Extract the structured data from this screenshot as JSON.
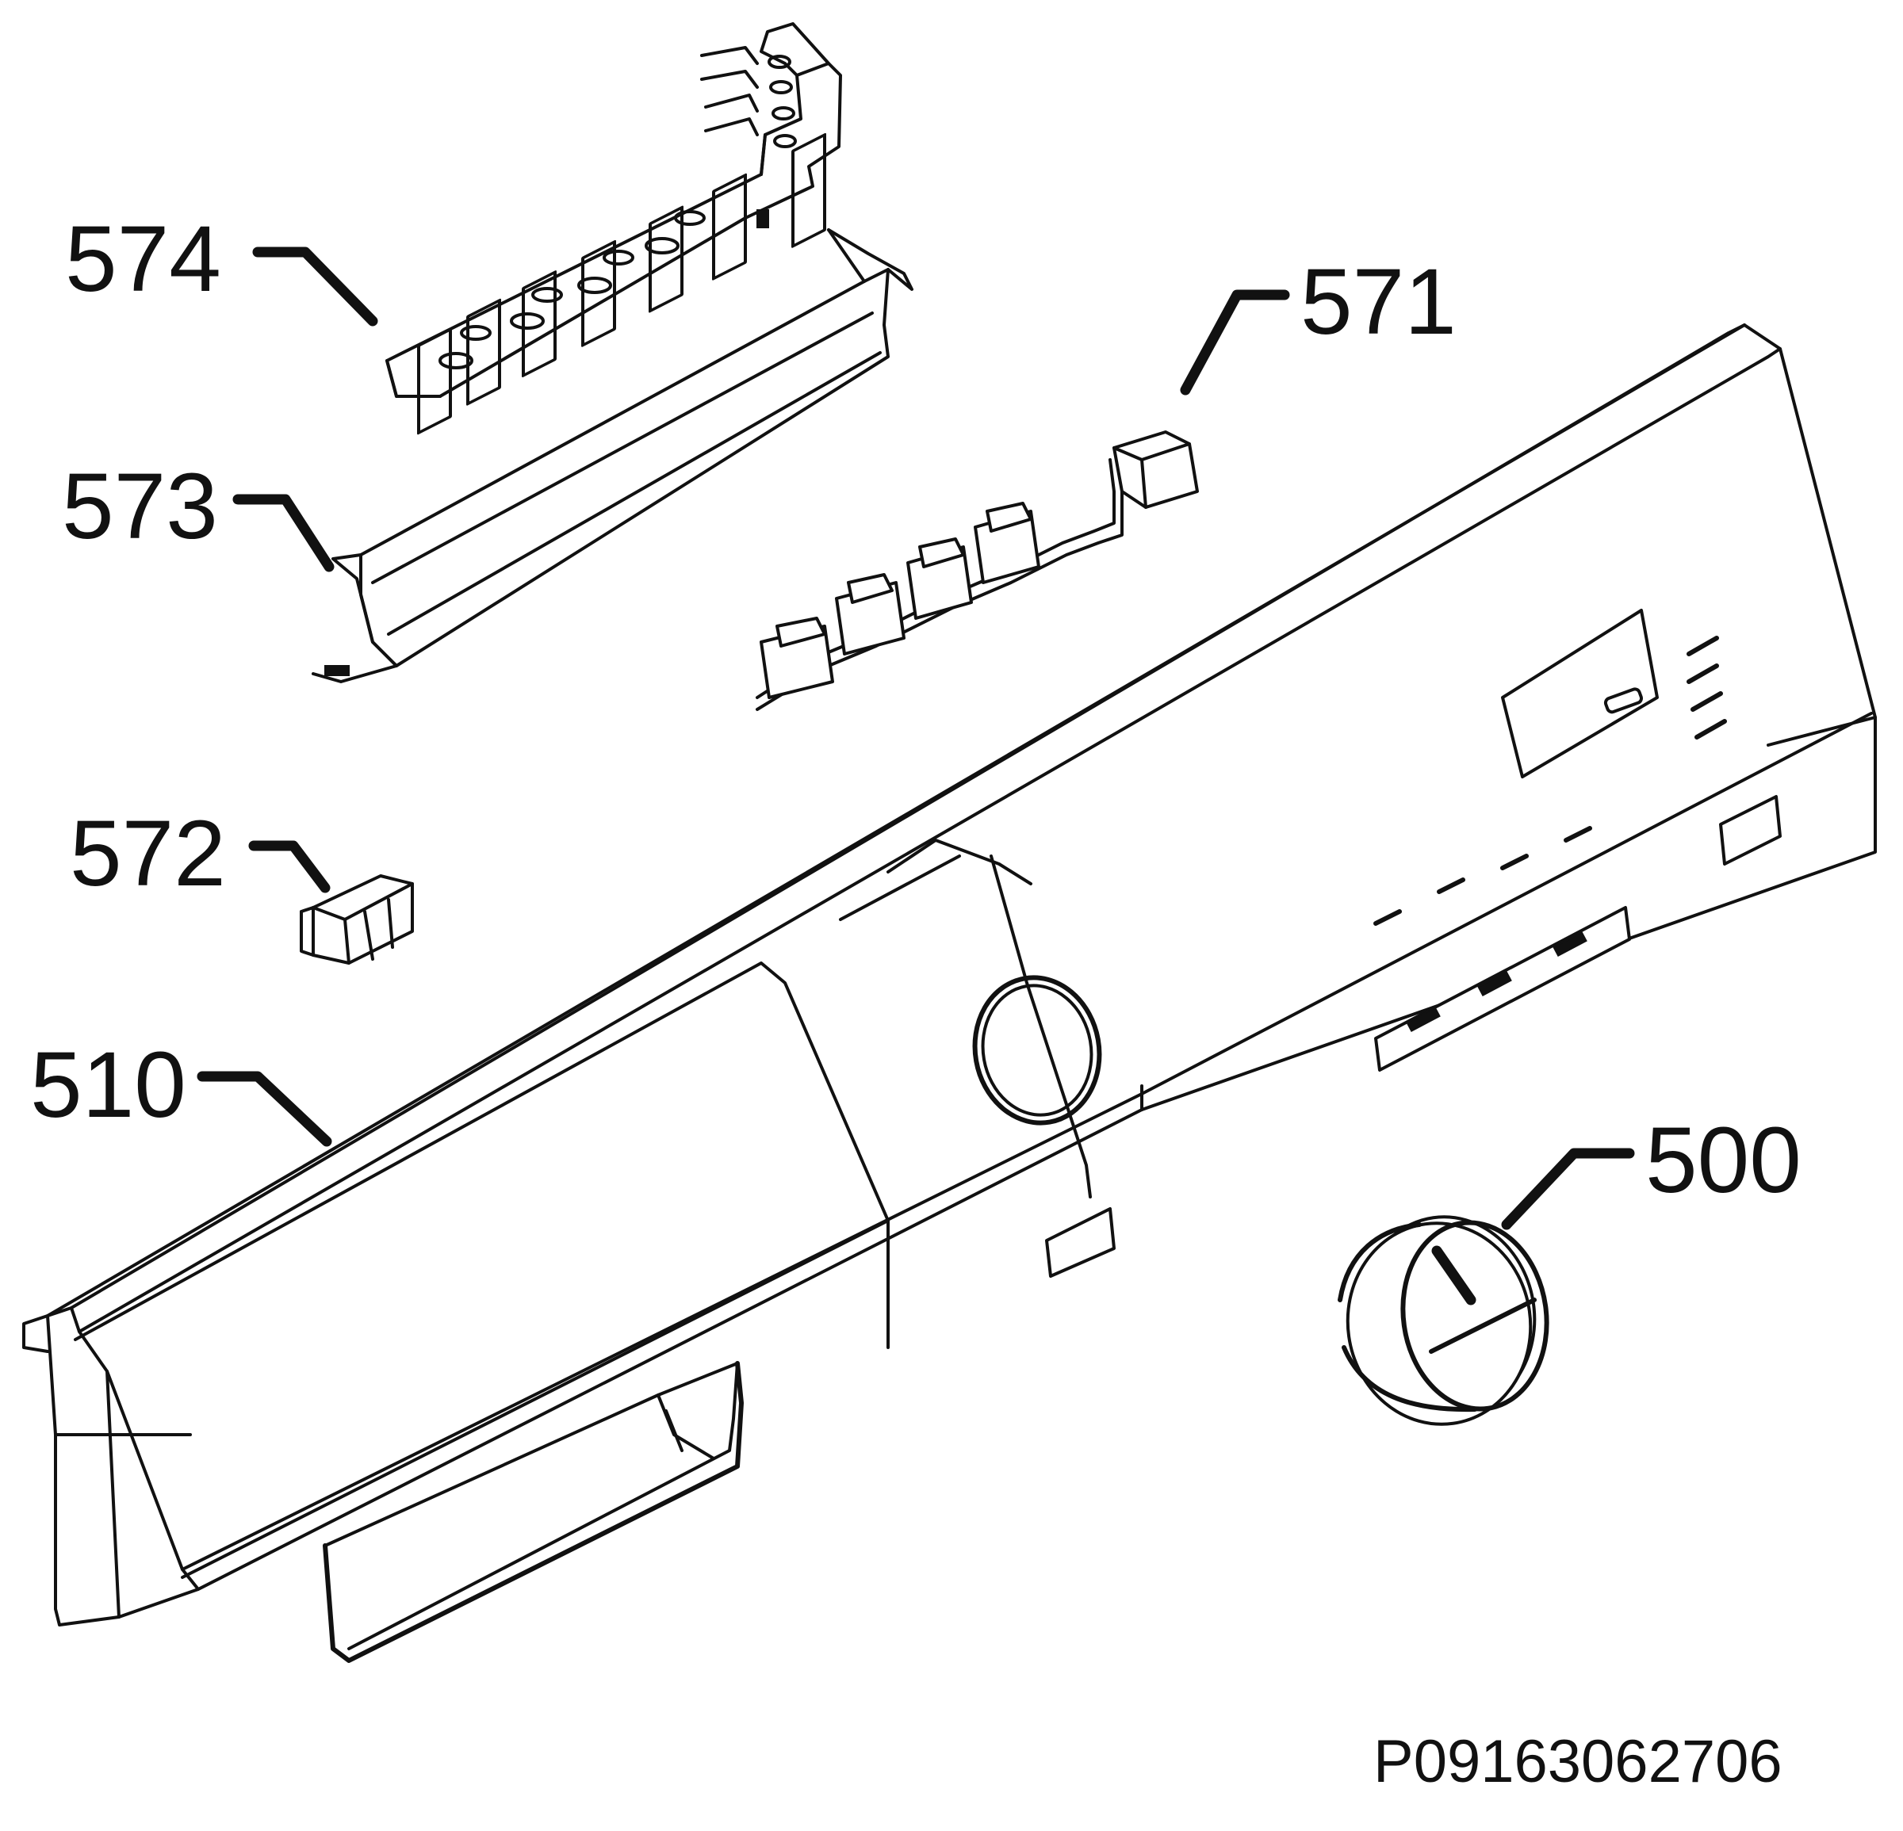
{
  "document_code": "P09163062706",
  "parts": [
    {
      "id": "574",
      "label": "574"
    },
    {
      "id": "573",
      "label": "573"
    },
    {
      "id": "572",
      "label": "572"
    },
    {
      "id": "571",
      "label": "571"
    },
    {
      "id": "510",
      "label": "510"
    },
    {
      "id": "500",
      "label": "500"
    }
  ]
}
